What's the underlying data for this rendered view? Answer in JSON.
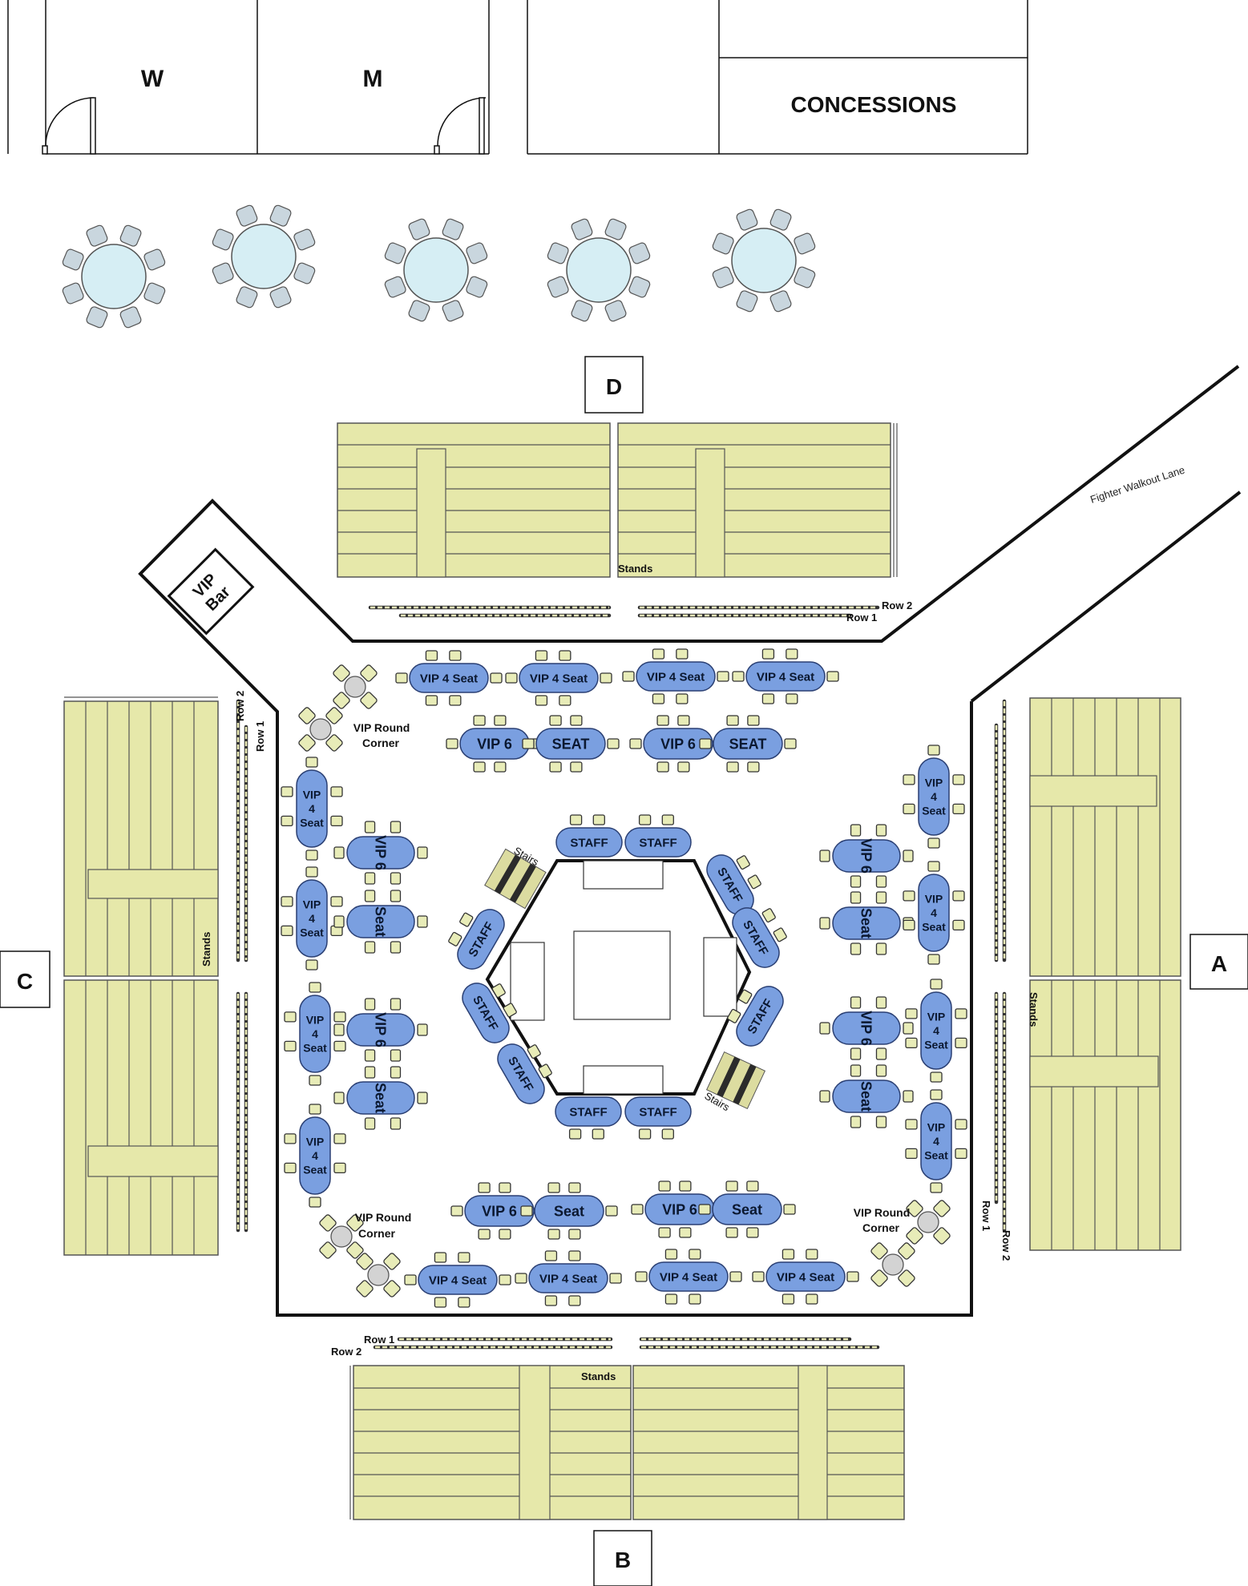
{
  "rooms": {
    "women": "W",
    "men": "M",
    "concessions": "CONCESSIONS"
  },
  "sections": {
    "a": "A",
    "b": "B",
    "c": "C",
    "d": "D"
  },
  "labels": {
    "vip_bar_line1": "VIP",
    "vip_bar_line2": "Bar",
    "fighter_walkout": "Fighter Walkout Lane",
    "stands": "Stands",
    "row1": "Row 1",
    "row2": "Row 2",
    "stairs": "Stairs",
    "vip_round": "VIP Round",
    "corner": "Corner"
  },
  "tables": {
    "vip4seat": "VIP 4 Seat",
    "vip4_stack": [
      "VIP",
      "4",
      "Seat"
    ],
    "vip6": "VIP 6",
    "seat_upper": "SEAT",
    "seat": "Seat",
    "staff": "STAFF"
  },
  "colors": {
    "stands_fill": "#e6e8aa",
    "table_fill": "#7a9fe0",
    "table_stroke": "#2a3f73",
    "round_table": "#d6eef4",
    "chair": "#c9d6de",
    "lines": "#111111"
  }
}
